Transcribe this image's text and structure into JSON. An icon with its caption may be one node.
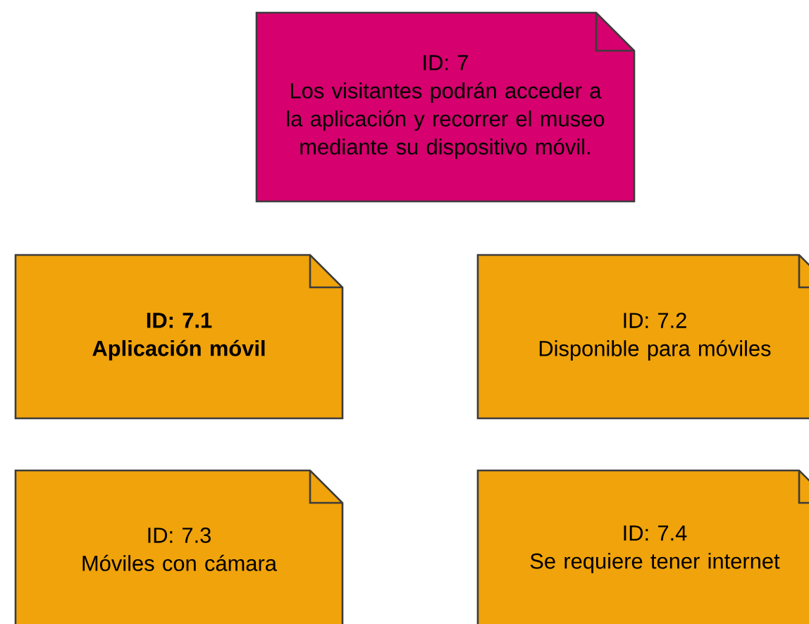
{
  "diagram": {
    "nodes": [
      {
        "text": [
          "ID: 7",
          "Los visitantes podrán acceder a la aplicación y recorrer el museo mediante su dispositivo móvil."
        ]
      },
      {
        "text": [
          "ID: 7.1",
          "Aplicación móvil"
        ]
      },
      {
        "text": [
          "ID: 7.2",
          "Disponible para móviles"
        ]
      },
      {
        "text": [
          "ID: 7.3",
          "Móviles con cámara"
        ]
      },
      {
        "text": [
          "ID: 7.4",
          "Se requiere tener internet"
        ]
      }
    ]
  }
}
